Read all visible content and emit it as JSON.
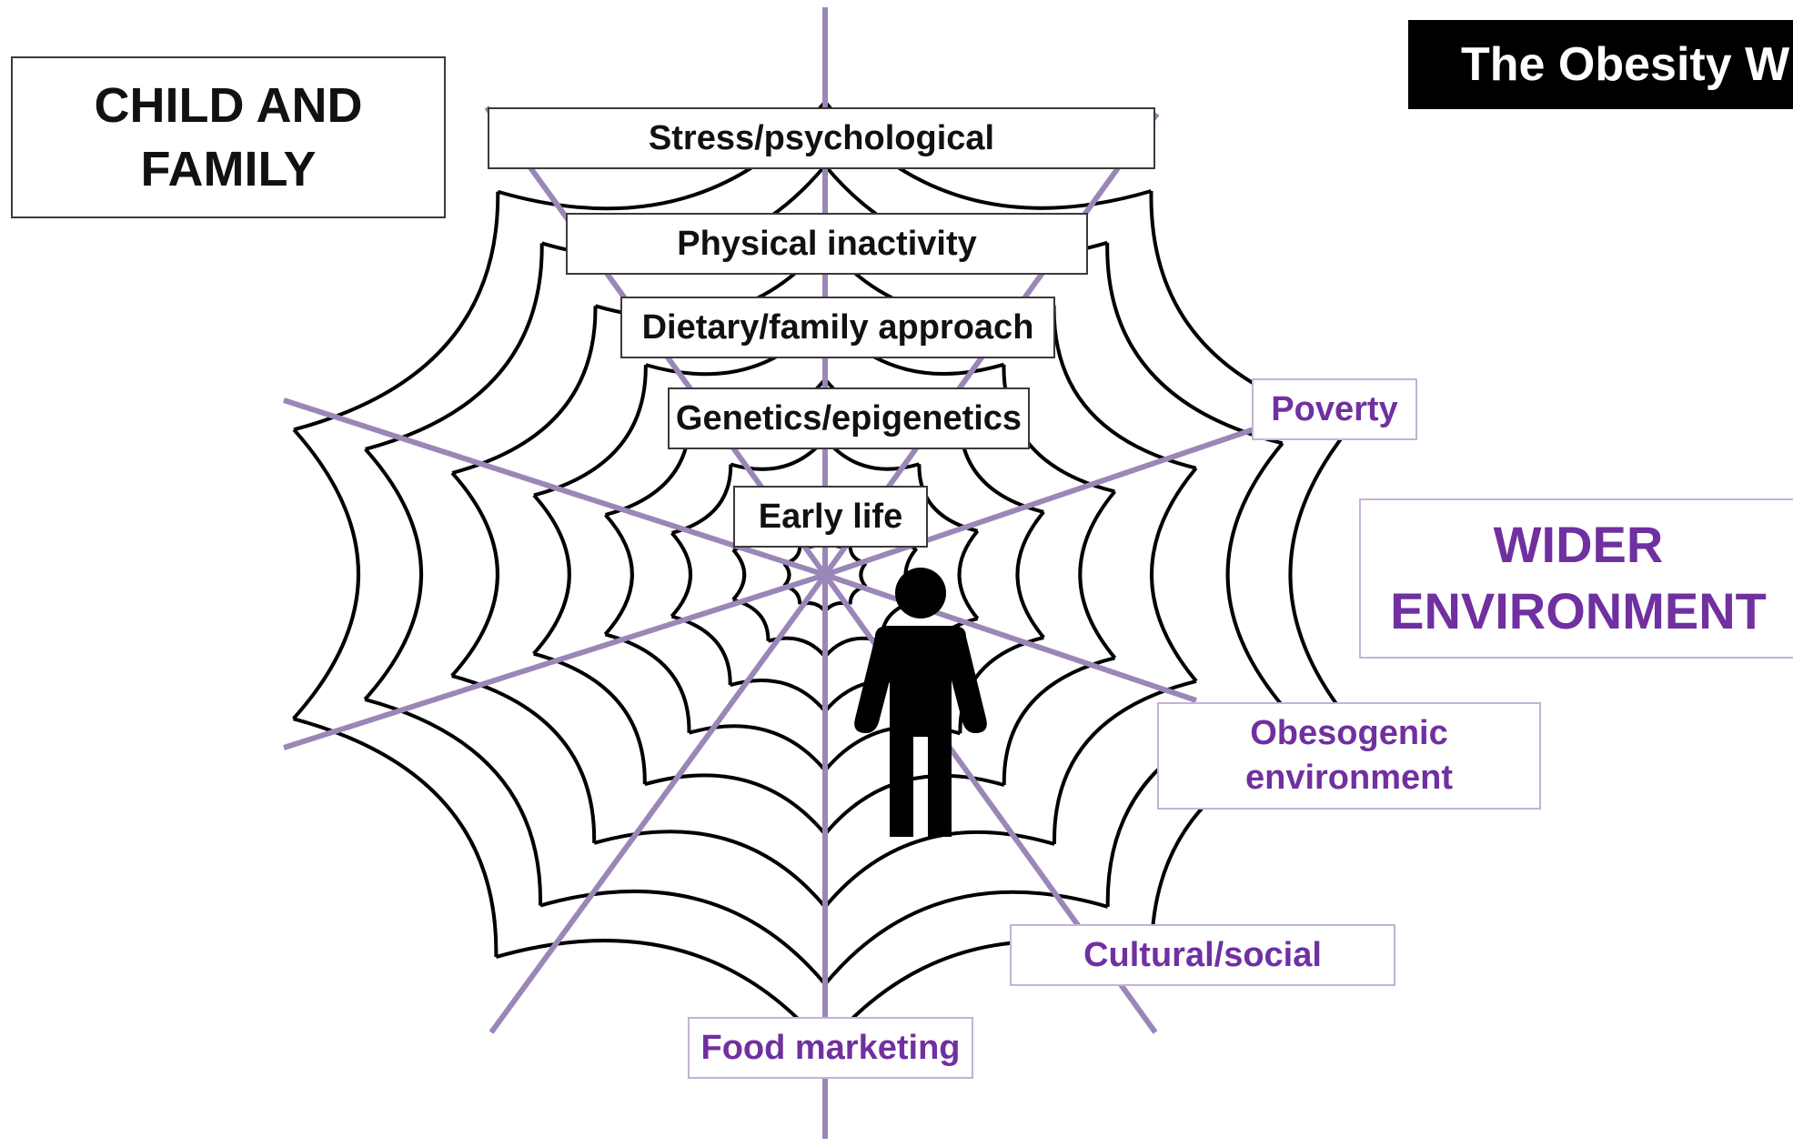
{
  "title": "The Obesity W",
  "child_family_heading": [
    "CHILD AND",
    "FAMILY"
  ],
  "wider_environment_heading": [
    "WIDER",
    "ENVIRONMENT"
  ],
  "child_family_factors": {
    "stress": "Stress/psychological",
    "inactivity": "Physical inactivity",
    "dietary": "Dietary/family approach",
    "genetics": "Genetics/epigenetics",
    "early_life": "Early life"
  },
  "environment_factors": {
    "poverty": "Poverty",
    "obesogenic": [
      "Obesogenic",
      "environment"
    ],
    "cultural": "Cultural/social",
    "food_marketing": "Food marketing"
  },
  "colors": {
    "web_thread": "#000000",
    "spoke": "#9b86b8",
    "environment_text": "#7030a0",
    "environment_border": "#c4b2d6",
    "title_bar": "#000000",
    "person_icon": "#000000"
  },
  "icons": [
    "person-icon"
  ]
}
